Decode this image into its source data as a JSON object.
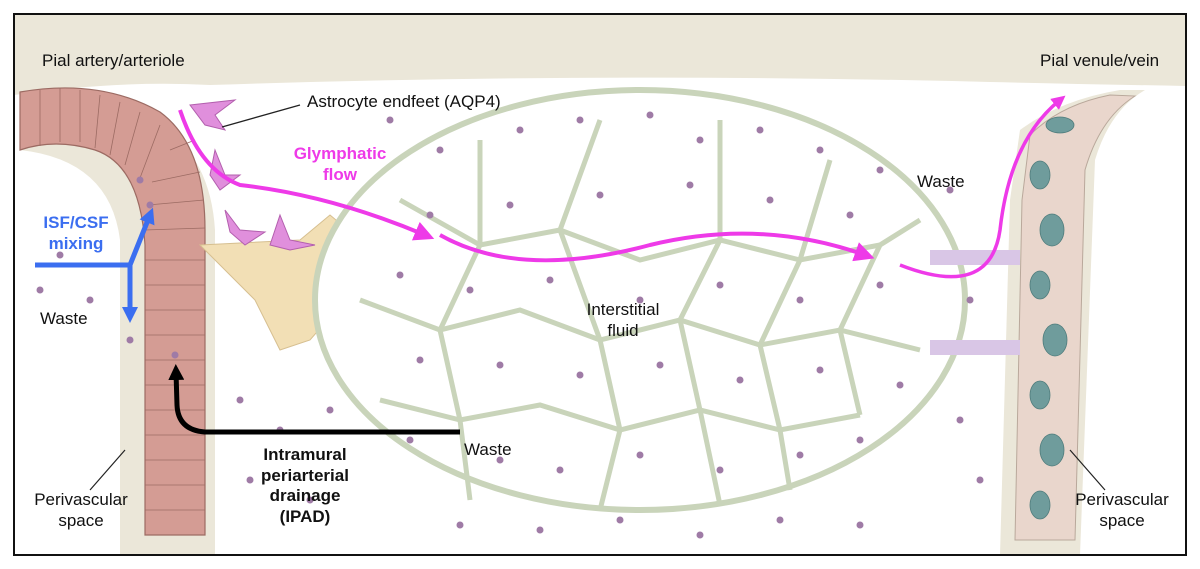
{
  "labels": {
    "pial_artery": "Pial artery/arteriole",
    "pial_venule": "Pial venule/vein",
    "astrocyte_endfeet": "Astrocyte endfeet (AQP4)",
    "glymphatic_line1": "Glymphatic",
    "glymphatic_line2": "flow",
    "isf_csf_line1": "ISF/CSF",
    "isf_csf_line2": "mixing",
    "waste_left": "Waste",
    "waste_right": "Waste",
    "waste_bottom": "Waste",
    "interstitial_line1": "Interstitial",
    "interstitial_line2": "fluid",
    "ipad_line1": "Intramural",
    "ipad_line2": "periarterial",
    "ipad_line3": "drainage",
    "ipad_line4": "(IPAD)",
    "perivascular_left_line1": "Perivascular",
    "perivascular_left_line2": "space",
    "perivascular_right_line1": "Perivascular",
    "perivascular_right_line2": "space"
  },
  "colors": {
    "background_tissue": "#ebe7d9",
    "artery_wall": "#d49c94",
    "astrocyte_endfeet": "#e08fdc",
    "glymphatic_arrow": "#ee3ae8",
    "mixing_arrow": "#3b6ef0",
    "ipad_arrow": "#000000",
    "cell_network": "#c9d4ba",
    "waste_dots": "#9f7ba6",
    "vein_cells": "#6f9c9c"
  }
}
